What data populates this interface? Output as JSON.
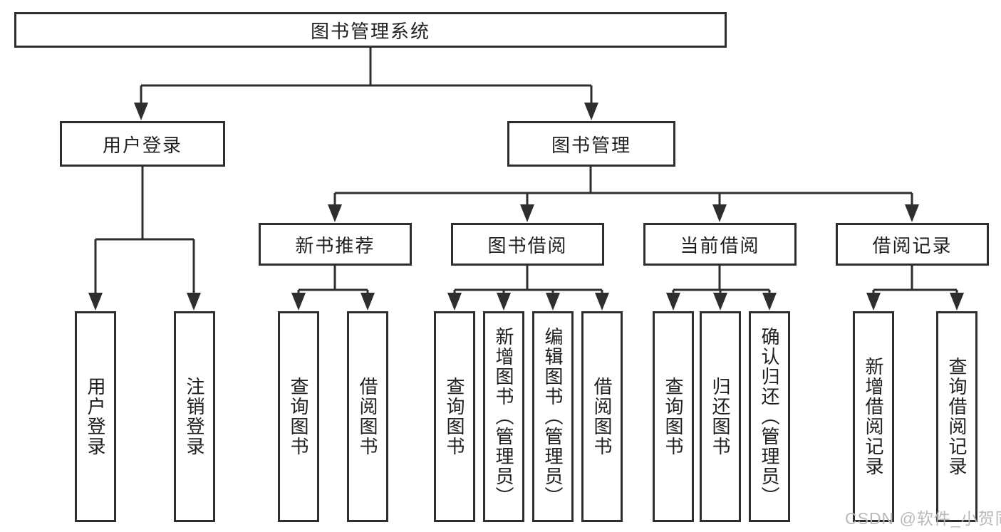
{
  "diagram": {
    "type": "hierarchy",
    "root": "图书管理系统",
    "level2": {
      "user_login": "用户登录",
      "book_mgmt": "图书管理"
    },
    "level3": {
      "new_books": "新书推荐",
      "borrowing": "图书借阅",
      "current": "当前借阅",
      "records": "借阅记录"
    },
    "leaves": {
      "user_login": "用户登录",
      "logout": "注销登录",
      "nb_query": "查询图书",
      "nb_borrow": "借阅图书",
      "bb_query": "查询图书",
      "bb_add": "新增图书（管理员）",
      "bb_edit": "编辑图书（管理员）",
      "bb_borrow": "借阅图书",
      "cb_query": "查询图书",
      "cb_return": "归还图书",
      "cb_confirm": "确认归还（管理员）",
      "br_add": "新增借阅记录",
      "br_query": "查询借阅记录"
    }
  },
  "watermark": {
    "text": "CSDN @软件_小贺同学",
    "color": "#b9b9b9"
  },
  "colors": {
    "line": "#2e2e2e",
    "border": "#2e2e2e",
    "text": "#1f1f1f",
    "background": "#ffffff"
  }
}
